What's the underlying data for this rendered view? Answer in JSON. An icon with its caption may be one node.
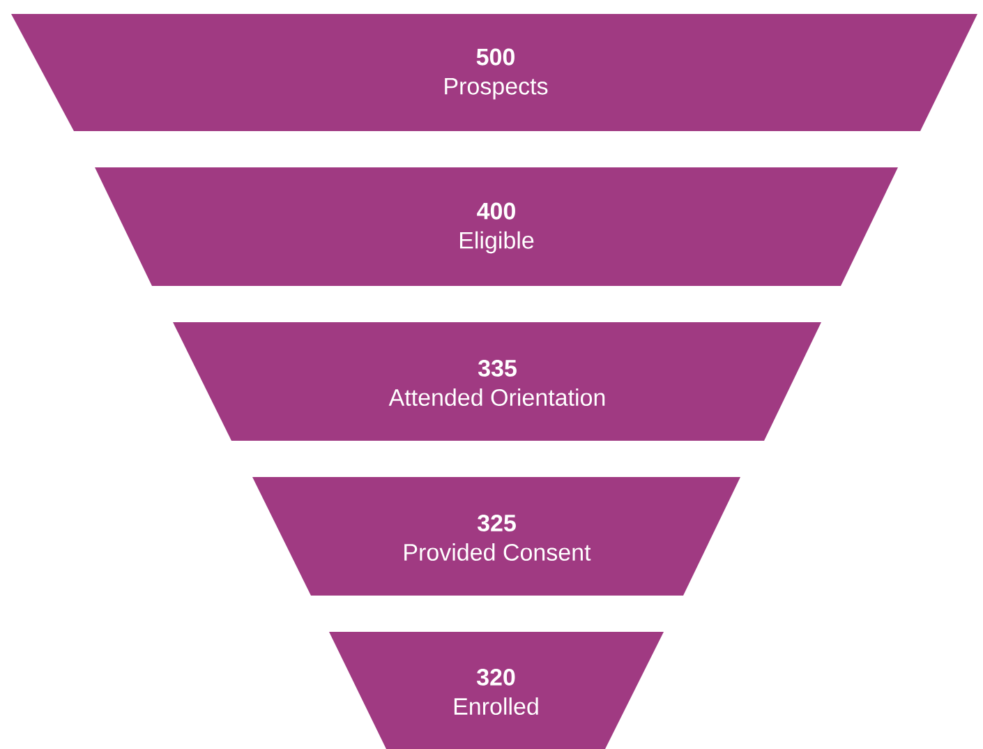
{
  "diagram": {
    "nodes": [
      {
        "text": [
          "500",
          "Prospects"
        ]
      },
      {
        "text": [
          "400",
          "Eligible"
        ]
      },
      {
        "text": [
          "335",
          "Attended Orientation"
        ]
      },
      {
        "text": [
          "325",
          "Provided Consent"
        ]
      },
      {
        "text": [
          "320",
          "Enrolled"
        ]
      }
    ]
  }
}
